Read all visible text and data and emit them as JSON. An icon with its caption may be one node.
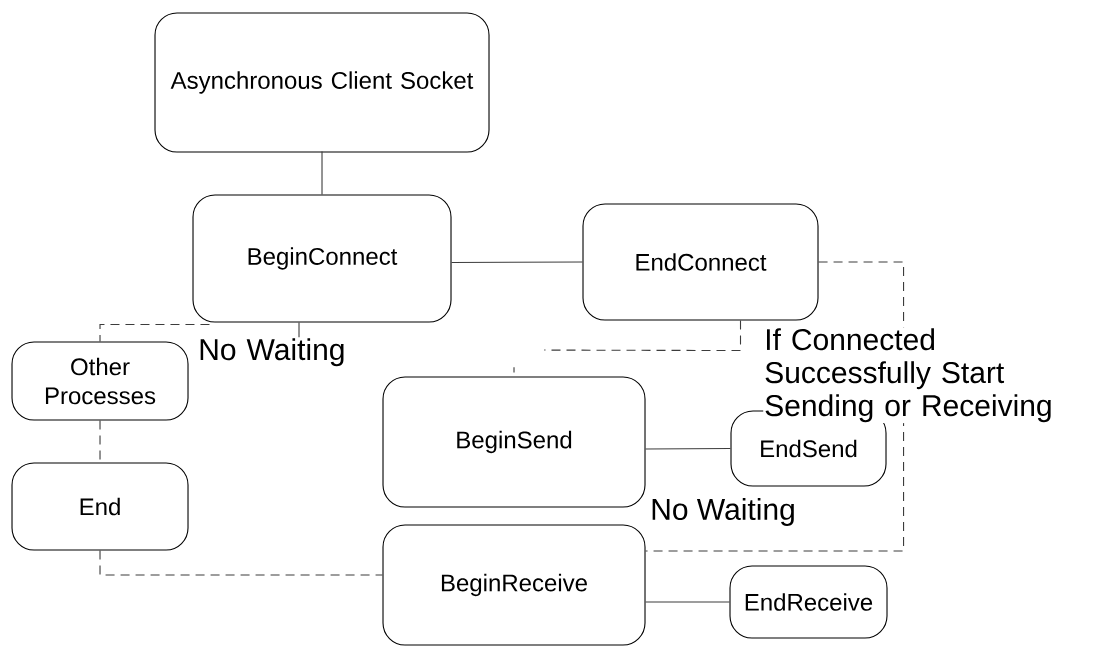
{
  "diagram": {
    "nodes": [
      {
        "text": [
          "Asynchronous Client Socket"
        ]
      },
      {
        "text": [
          "BeginConnect"
        ]
      },
      {
        "text": [
          "EndConnect"
        ]
      },
      {
        "text": [
          "Other Processes"
        ]
      },
      {
        "text": [
          "End"
        ]
      },
      {
        "text": [
          "BeginSend"
        ]
      },
      {
        "text": [
          "EndSend"
        ]
      },
      {
        "text": [
          "BeginReceive"
        ]
      },
      {
        "text": [
          "EndReceive"
        ]
      }
    ],
    "edges": [
      {
        "from": 0,
        "to": 1,
        "arrow": "none"
      },
      {
        "from": 1,
        "to": 2,
        "arrow": "none"
      },
      {
        "from": 1,
        "to": 3,
        "arrow": "none",
        "style": "dashed"
      },
      {
        "from": 1,
        "to": null,
        "arrow": "none",
        "label": "No Waiting"
      },
      {
        "from": 3,
        "to": 4,
        "arrow": "none",
        "style": "dashed"
      },
      {
        "from": 4,
        "to": 7,
        "arrow": "none",
        "style": "dashed"
      },
      {
        "from": 2,
        "to": 5,
        "arrow": "none",
        "style": "dashed"
      },
      {
        "from": 2,
        "to": 7,
        "arrow": "none",
        "style": "dashed",
        "label": "If Connected Successfully Start Sending or Receiving"
      },
      {
        "from": 5,
        "to": 6,
        "arrow": "none"
      },
      {
        "from": 7,
        "to": 8,
        "arrow": "none"
      }
    ],
    "labels": [
      "No Waiting"
    ]
  }
}
